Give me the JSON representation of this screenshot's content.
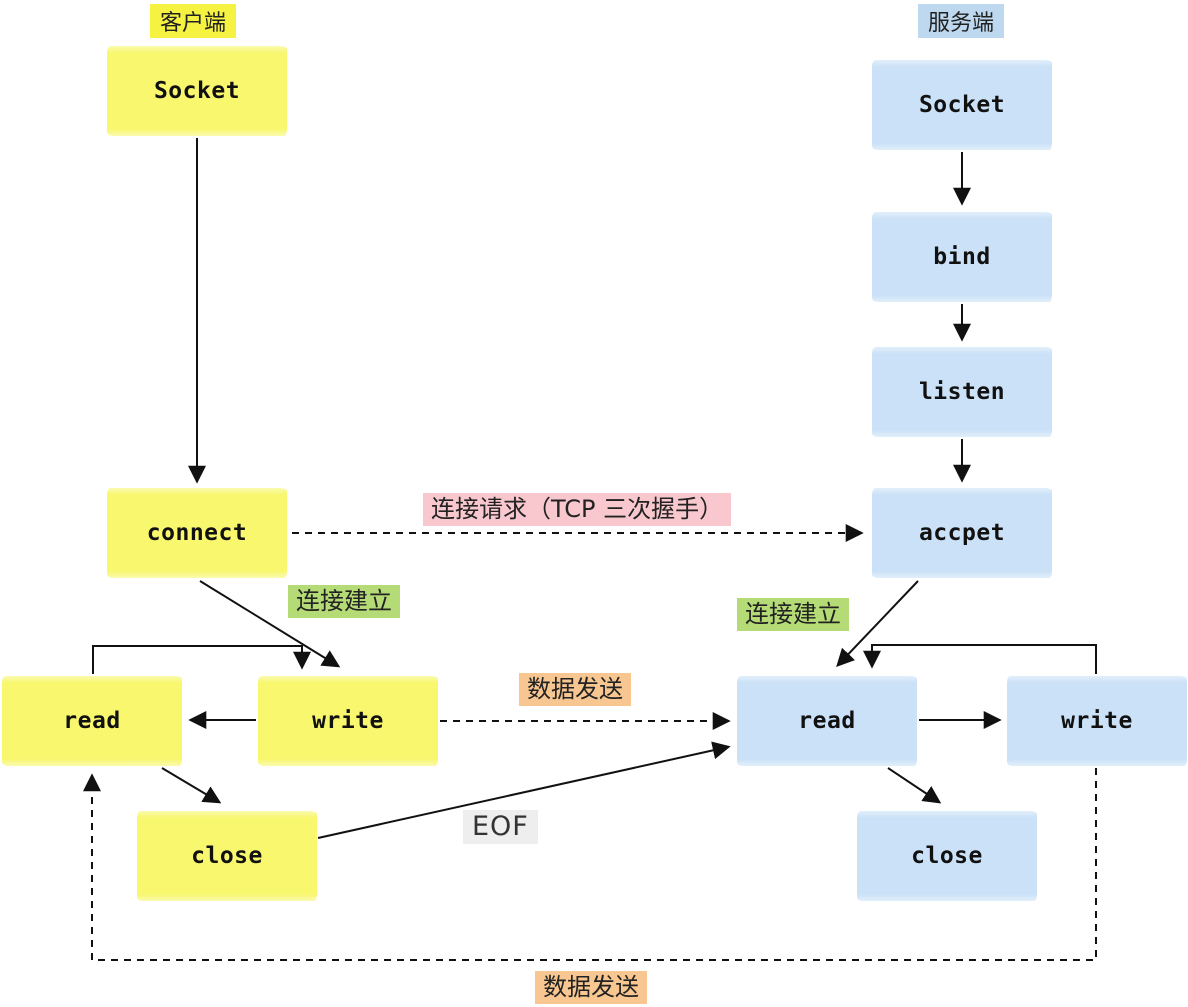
{
  "client": {
    "tag": "客户端",
    "boxes": [
      "Socket",
      "connect",
      "read",
      "write",
      "close"
    ]
  },
  "server": {
    "tag": "服务端",
    "boxes": [
      "Socket",
      "bind",
      "listen",
      "accpet",
      "read",
      "write",
      "close"
    ]
  },
  "labels": {
    "connection_request": "连接请求（TCP 三次握手）",
    "connection_established": "连接建立",
    "data_send": "数据发送",
    "eof": "EOF"
  },
  "colors": {
    "client_box": "#F8F76E",
    "client_tag": "#F5F242",
    "server_box": "#CAE1F7",
    "server_tag": "#BDD8EF",
    "connection_request_bg": "#F8C8CE",
    "connection_established_bg": "#B4DB76",
    "data_send_bg": "#F8C791",
    "eof_bg": "#EEEEEE",
    "line": "#111111"
  }
}
